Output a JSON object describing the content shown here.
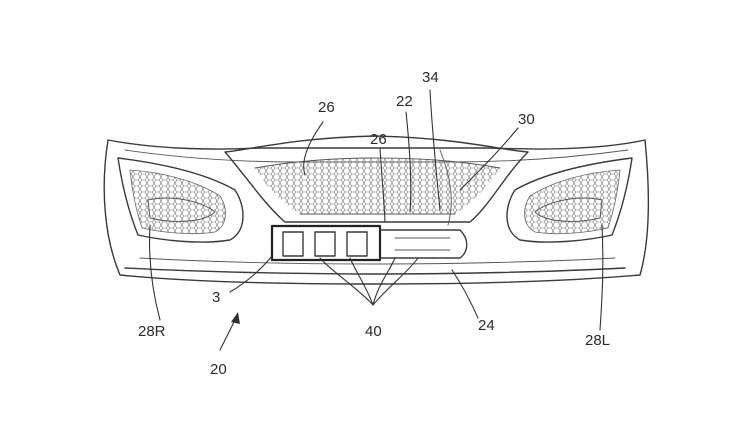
{
  "labels": {
    "l26_top": "26",
    "l34": "34",
    "l22": "22",
    "l26_mid": "26",
    "l30": "30",
    "l3": "3",
    "l28R": "28R",
    "l40": "40",
    "l24": "24",
    "l28L": "28L",
    "l20": "20"
  }
}
